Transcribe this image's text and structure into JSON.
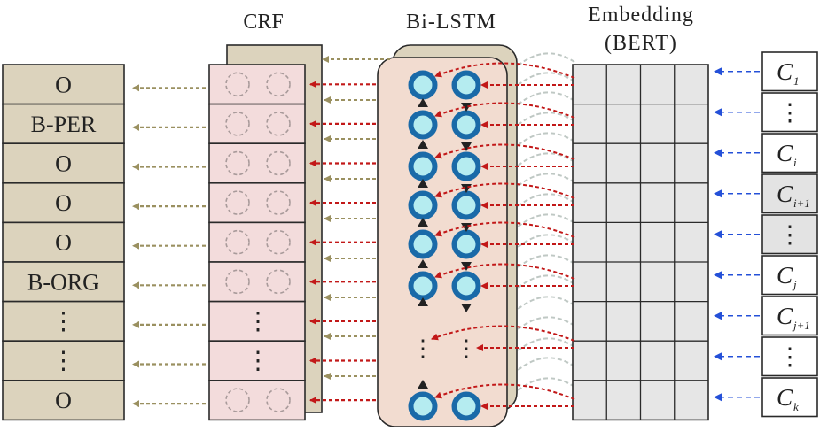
{
  "headers": {
    "crf": "CRF",
    "bilstm": "Bi-LSTM",
    "embedding_line1": "Embedding",
    "embedding_line2": "(BERT)"
  },
  "labels": [
    "O",
    "B-PER",
    "O",
    "O",
    "O",
    "B-ORG",
    "⋮",
    "⋮",
    "O"
  ],
  "crf_rows": [
    "circles",
    "circles",
    "circles",
    "circles",
    "circles",
    "circles",
    "dots",
    "dots",
    "circles"
  ],
  "lstm_rows": [
    "nodes",
    "nodes",
    "nodes",
    "nodes",
    "nodes",
    "nodes",
    "dots",
    "nodes"
  ],
  "inputs": [
    {
      "base": "C",
      "sub": "1"
    },
    {
      "base": "⋮",
      "sub": ""
    },
    {
      "base": "C",
      "sub": "i"
    },
    {
      "base": "C",
      "sub": "i+1"
    },
    {
      "base": "⋮",
      "sub": ""
    },
    {
      "base": "C",
      "sub": "j"
    },
    {
      "base": "C",
      "sub": "j+1"
    },
    {
      "base": "⋮",
      "sub": ""
    },
    {
      "base": "C",
      "sub": "k"
    }
  ],
  "input_shaded_rows": [
    3,
    4
  ],
  "colors": {
    "label_fill": "#dcd3bd",
    "crf_fill": "#f3dcdc",
    "crf_back_fill": "#dcd3bd",
    "lstm_fill": "#f2dcd0",
    "lstm_back_fill": "#dcd3bd",
    "node_ring": "#1a6aa8",
    "node_fill": "#b5ecf0",
    "embed_cell": "#e6e6e6",
    "arrow_olive": "#9a9060",
    "arrow_red": "#c21818",
    "arrow_grey": "#bfc8c4",
    "arrow_blue": "#2450d8",
    "input_shade": "#e3e3e3",
    "stroke": "#2a2a2a"
  }
}
